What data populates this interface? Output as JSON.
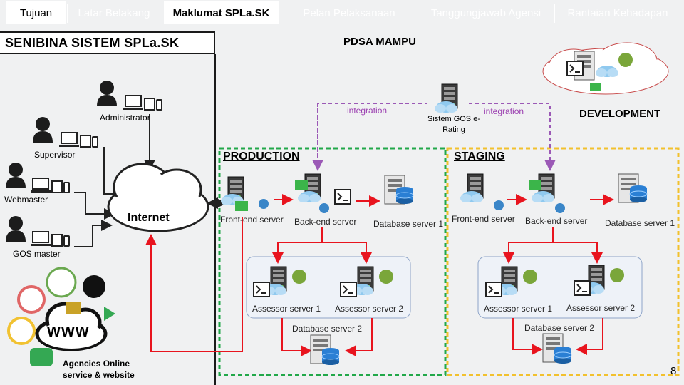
{
  "tabs": [
    {
      "label": "Tujuan",
      "active": true,
      "bold": false
    },
    {
      "label": "Latar Belakang",
      "active": false,
      "bold": false
    },
    {
      "label": "Maklumat SPLa.SK",
      "active": true,
      "bold": true
    },
    {
      "label": "Pelan Pelaksanaan",
      "active": false,
      "bold": false
    },
    {
      "label": "Tanggungjawab Agensi",
      "active": false,
      "bold": false
    },
    {
      "label": "Rantaian Kehadapan",
      "active": false,
      "bold": false
    }
  ],
  "title": "SENIBINA SISTEM SPLa.SK",
  "pdsa_label": "PDSA MAMPU",
  "users": {
    "administrator": "Administrator",
    "supervisor": "Supervisor",
    "webmaster": "Webmaster",
    "gos_master": "GOS master"
  },
  "internet_label": "Internet",
  "www_label": "WWW",
  "agencies_label": "Agencies Online service & website",
  "integration_left": "integration",
  "integration_right": "integration",
  "gos_rating_label": "Sistem GOS e-Rating",
  "development_label": "DEVELOPMENT",
  "production": {
    "title": "PRODUCTION",
    "front_end": "Front-end server",
    "back_end": "Back-end server",
    "db1": "Database server 1",
    "assessor1": "Assessor server 1",
    "assessor2": "Assessor server 2",
    "db2": "Database server 2"
  },
  "staging": {
    "title": "STAGING",
    "front_end": "Front-end server",
    "back_end": "Back-end server",
    "db1": "Database server 1",
    "assessor1": "Assessor server 1",
    "assessor2": "Assessor server 2",
    "db2": "Database server 2"
  },
  "page_number": "8",
  "colors": {
    "production_border": "#22a84a",
    "staging_border": "#f2c12e",
    "arrow_red": "#e8141e",
    "integration_purple": "#9b59b6",
    "dark_line": "#222222"
  }
}
